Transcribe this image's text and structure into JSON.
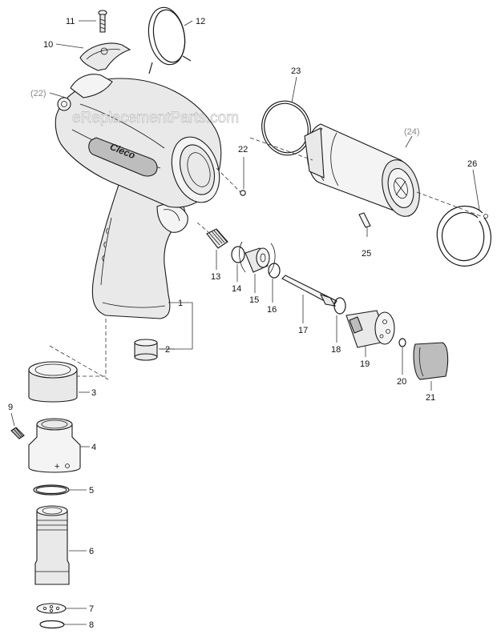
{
  "watermark": "eReplacementParts.com",
  "brand_label": "Cleco",
  "callouts": {
    "c1": "1",
    "c2": "2",
    "c3": "3",
    "c4": "4",
    "c5": "5",
    "c6": "6",
    "c7": "7",
    "c8": "8",
    "c9": "9",
    "c10": "10",
    "c11": "11",
    "c12": "12",
    "c13": "13",
    "c14": "14",
    "c15": "15",
    "c16": "16",
    "c17": "17",
    "c18": "18",
    "c19": "19",
    "c20": "20",
    "c21": "21",
    "c22": "22",
    "c22ref": "(22)",
    "c23": "23",
    "c24ref": "(24)",
    "c25": "25",
    "c26": "26"
  }
}
